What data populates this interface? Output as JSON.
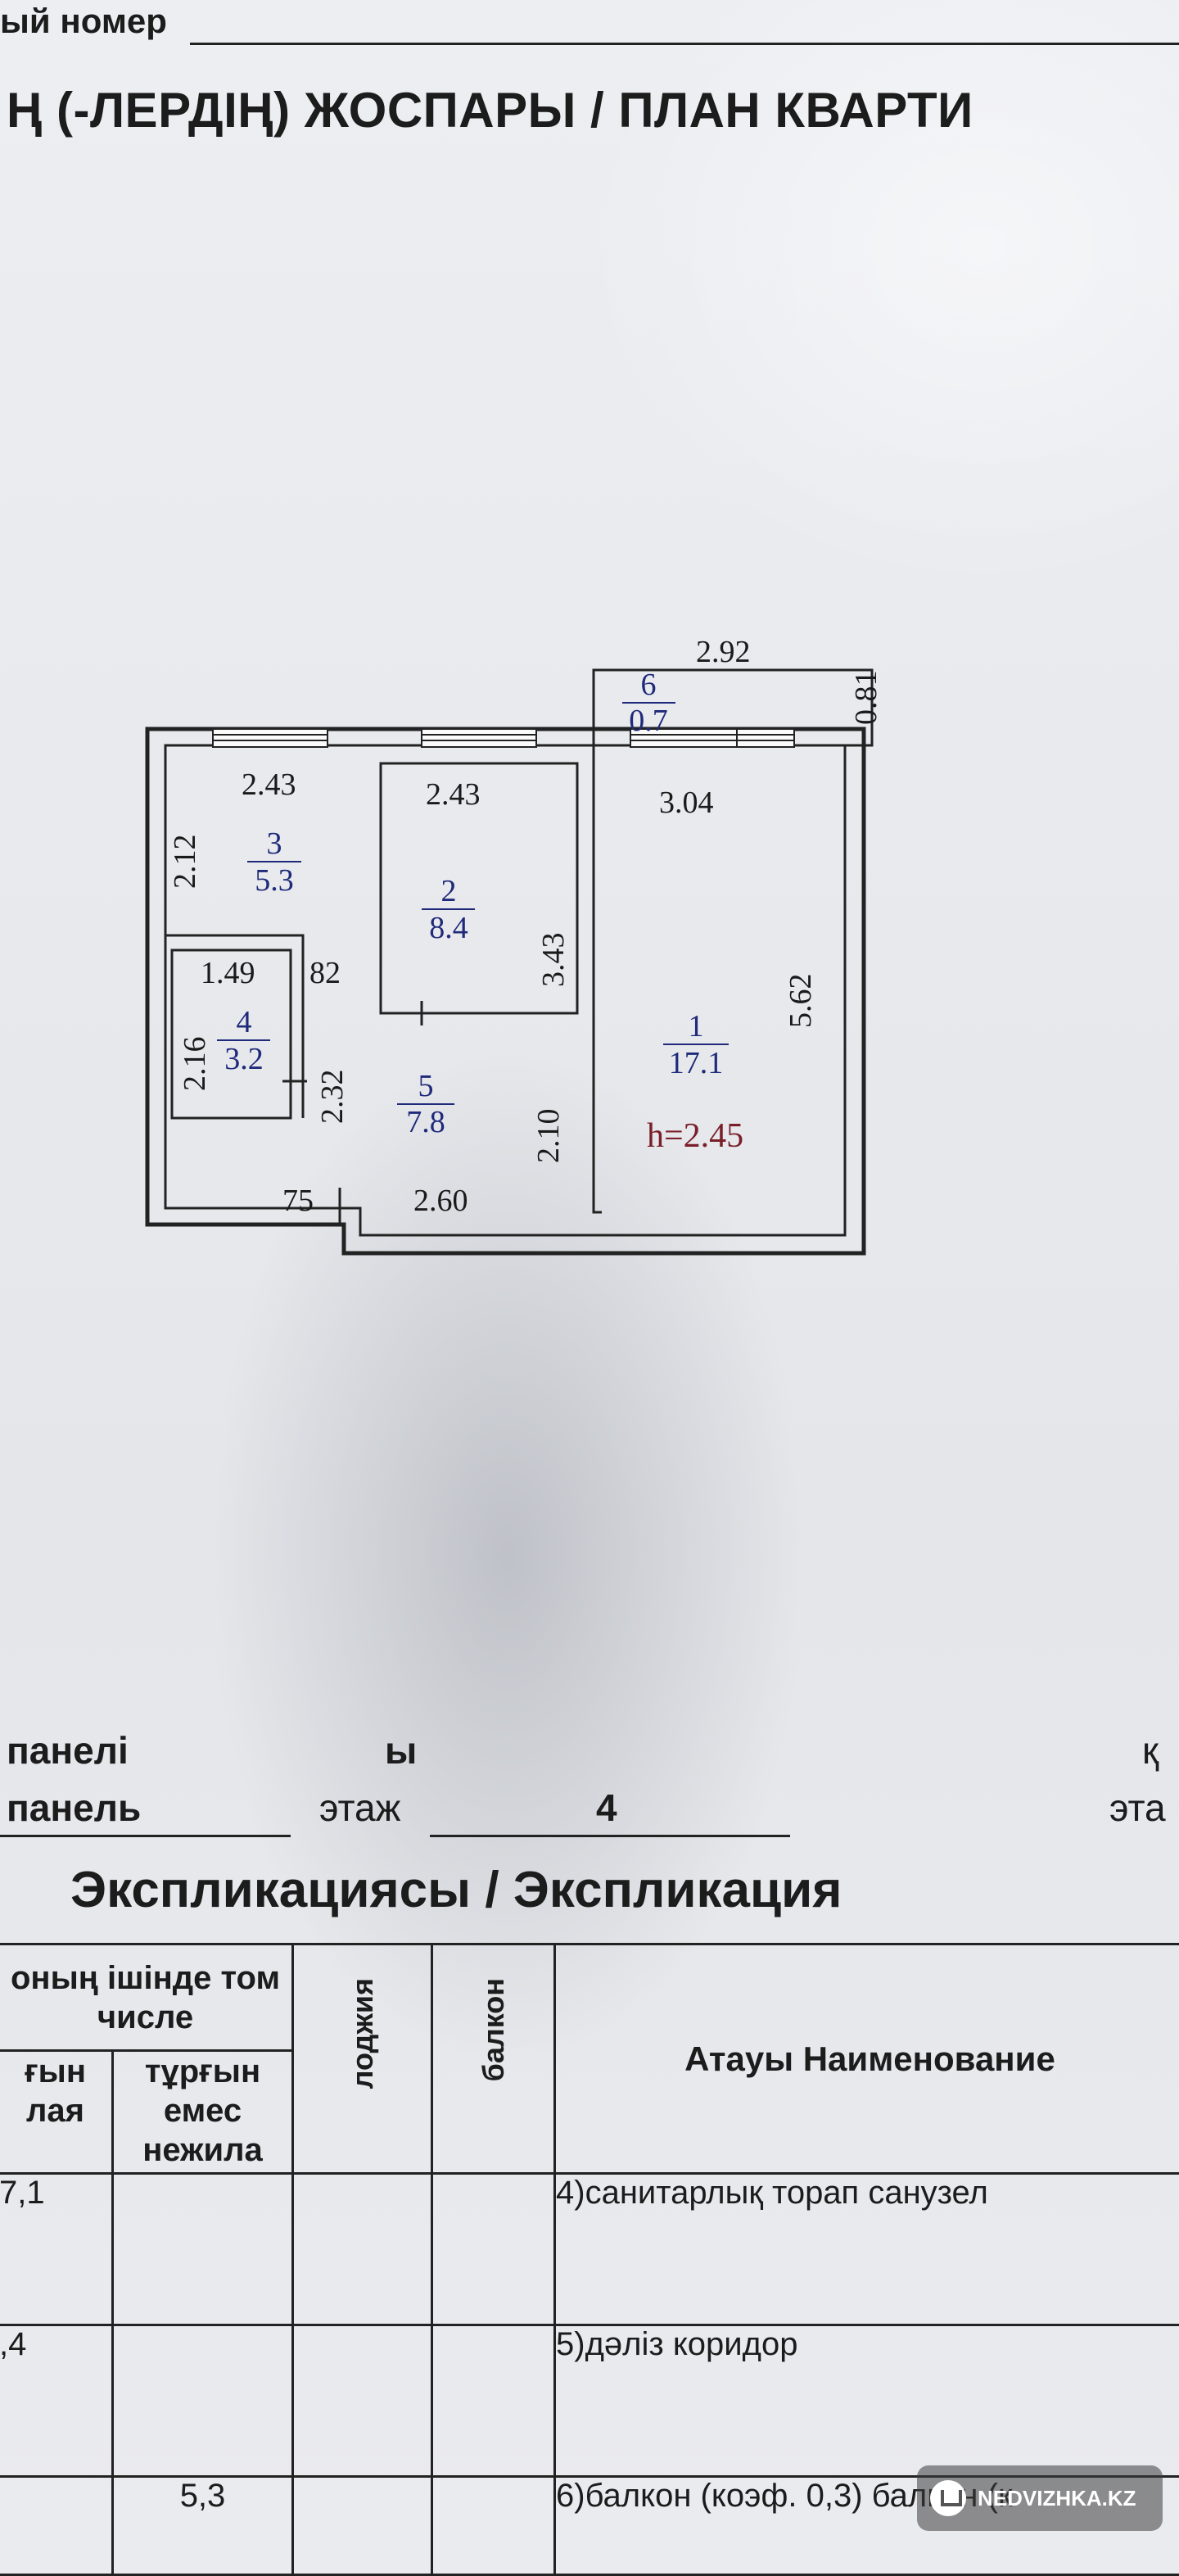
{
  "header": {
    "top_fragment": "ый номер",
    "title": "Ң (-ЛЕРДІҢ) ЖОСПАРЫ / ПЛАН КВАРТИ"
  },
  "plan": {
    "dims": {
      "balcony_w": "2.92",
      "balcony_d": "0.81",
      "r3_w": "2.43",
      "r3_h": "2.12",
      "r2_w": "2.43",
      "r2_h": "3.43",
      "r1_w": "3.04",
      "r1_h": "5.62",
      "r4_w": "1.49",
      "r4_h": "2.16",
      "r4_gap": "82",
      "corr_h": "2.32",
      "corr_w2": "2.10",
      "corr_w": "2.60",
      "door": "75"
    },
    "rooms": [
      {
        "num": "1",
        "area": "17.1"
      },
      {
        "num": "2",
        "area": "8.4"
      },
      {
        "num": "3",
        "area": "5.3"
      },
      {
        "num": "4",
        "area": "3.2"
      },
      {
        "num": "5",
        "area": "7.8"
      },
      {
        "num": "6",
        "area": "0.7"
      }
    ],
    "height": "h=2.45"
  },
  "info": {
    "panel_kz": "панелі",
    "panel_ru": "панель",
    "y_kz": "ы",
    "floor_label": "этаж",
    "floor_value": "4",
    "right_kz": "қ",
    "right_ru": "эта"
  },
  "expl": {
    "title": "Экспликациясы / Экспликация",
    "head": {
      "col1_top": "оның ішінде том числе",
      "col1a": "ғын лая",
      "col1b": "тұрғын емес нежила",
      "loggia": "лоджия",
      "balcony": "балкон",
      "name": "Атауы Наименование"
    },
    "rows": [
      {
        "a": "7,1",
        "b": "",
        "name": "4)санитарлық торап   санузел"
      },
      {
        "a": ",4",
        "b": "",
        "name": "5)дәліз   коридор"
      },
      {
        "a": "",
        "b": "5,3",
        "name": "6)балкон (коэф. 0,3)  балкон (к"
      }
    ]
  },
  "watermark": "NEDVIZHKA.KZ"
}
